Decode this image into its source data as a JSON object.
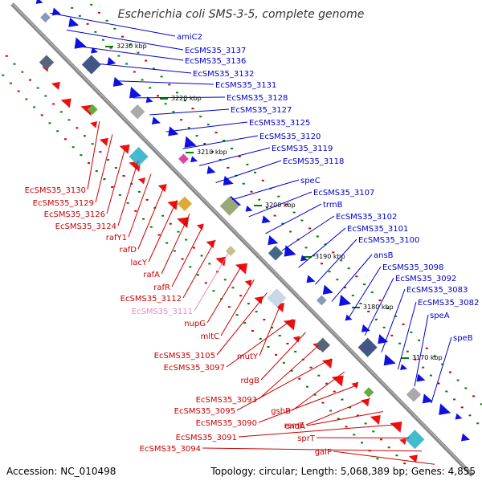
{
  "title": "Escherichia coli SMS-3-5, complete genome",
  "footer": {
    "accession": "Accession: NC_010498",
    "topology": "Topology: circular; Length: 5,068,389 bp; Genes: 4,855"
  },
  "colors": {
    "backbone": "#888888",
    "forward_label": "#0000cc",
    "reverse_label": "#cc0000",
    "faded_label": "#ee88bb",
    "tick": "#008000"
  },
  "ruler": [
    "3230 kbp",
    "3220 kbp",
    "3210 kbp",
    "3200 kbp",
    "3190 kbp",
    "3180 kbp",
    "3170 kbp"
  ],
  "forward_genes": [
    "amiC2",
    "EcSMS35_3137",
    "EcSMS35_3136",
    "EcSMS35_3132",
    "EcSMS35_3131",
    "EcSMS35_3128",
    "EcSMS35_3127",
    "EcSMS35_3125",
    "EcSMS35_3120",
    "EcSMS35_3119",
    "EcSMS35_3118",
    "speC",
    "EcSMS35_3107",
    "trmB",
    "EcSMS35_3102",
    "EcSMS35_3101",
    "EcSMS35_3100",
    "ansB",
    "EcSMS35_3098",
    "EcSMS35_3092",
    "EcSMS35_3083",
    "EcSMS35_3082",
    "speA",
    "speB"
  ],
  "reverse_genes": [
    "EcSMS35_3130",
    "EcSMS35_3129",
    "EcSMS35_3126",
    "EcSMS35_3124",
    "rafY1",
    "rafD",
    "lacY",
    "rafA",
    "rafR",
    "EcSMS35_3112",
    "EcSMS35_3111",
    "nupG",
    "mltC",
    "EcSMS35_3105",
    "mutY",
    "EcSMS35_3097",
    "rdgB",
    "EcSMS35_3093",
    "EcSMS35_3095",
    "gshB",
    "EcSMS35_3090",
    "rsmE",
    "endA",
    "EcSMS35_3091",
    "sprT",
    "EcSMS35_3094",
    "galP"
  ]
}
